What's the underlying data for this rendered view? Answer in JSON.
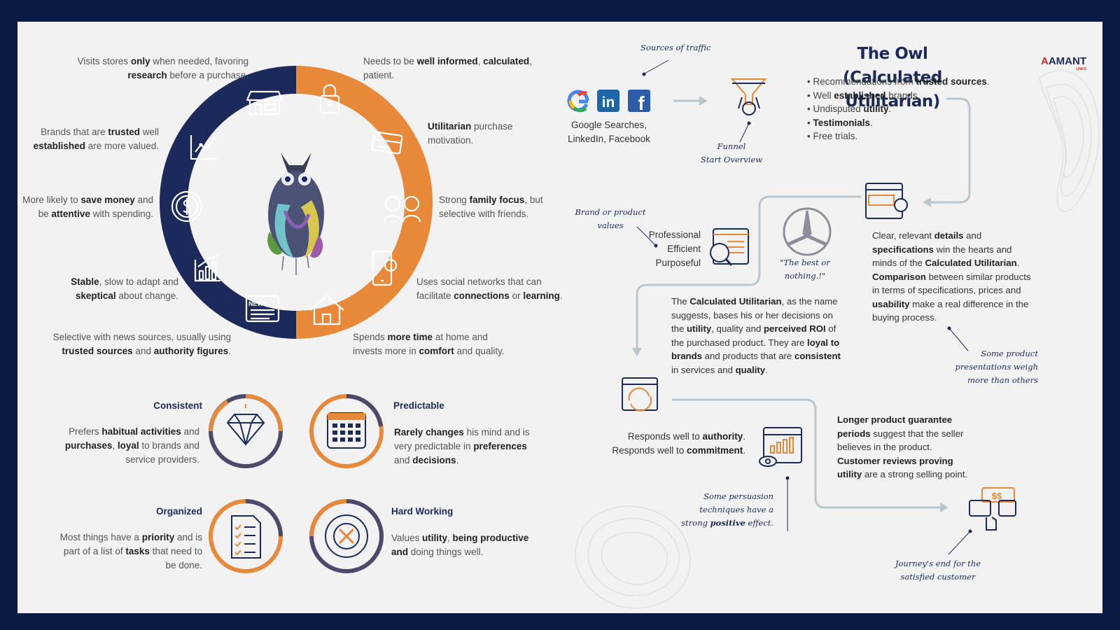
{
  "title": {
    "line1": "The Owl",
    "line2": "(Calculated Utilitarian)"
  },
  "logo": {
    "text_a": "A",
    "text_b": "AMANT",
    "sub": "LINKS"
  },
  "ring_notes": [
    {
      "pre": "Visits stores ",
      "b1": "only",
      "mid": " when needed, favoring",
      "b2": "research",
      "post": " before a purchase."
    },
    {
      "pre": "Brands that are ",
      "b1": "trusted",
      "mid": " well",
      "b2": "established",
      "post": " are more valued."
    },
    {
      "pre": "More likely to ",
      "b1": "save money",
      "mid": " and be ",
      "b2": "attentive",
      "post": " with spending."
    },
    {
      "pre": "",
      "b1": "Stable",
      "mid": ", slow to adapt and",
      "b2": "skeptical",
      "post": " about change."
    },
    {
      "pre": "Selective with news sources, usually using",
      "b1": "trusted sources",
      "mid": " and ",
      "b2": "authority figures",
      "post": "."
    },
    {
      "pre": "Needs to be ",
      "b1": "well informed",
      "mid": ", ",
      "b2": "calculated",
      "post": ", patient."
    },
    {
      "pre": "",
      "b1": "Utilitarian",
      "mid": " purchase motivation.",
      "b2": "",
      "post": ""
    },
    {
      "pre": "Strong ",
      "b1": "family focus",
      "mid": ", but selective with friends.",
      "b2": "",
      "post": ""
    },
    {
      "pre": "Uses social networks that can facilitate ",
      "b1": "connections",
      "mid": " or ",
      "b2": "learning",
      "post": "."
    },
    {
      "pre": "Spends ",
      "b1": "more time",
      "mid": " at home and invests more in ",
      "b2": "comfort",
      "post": " and quality."
    }
  ],
  "traits": [
    {
      "title": "Consistent",
      "pre": "Prefers ",
      "b1": "habitual activities",
      "mid": " and ",
      "b2": "purchases",
      "mid2": ", ",
      "b3": "loyal",
      "post": " to brands and service providers."
    },
    {
      "title": "Predictable",
      "pre": "",
      "b1": "Rarely changes",
      "mid": " his mind and is very predictable in ",
      "b2": "preferences",
      "mid2": " and ",
      "b3": "decisions",
      "post": "."
    },
    {
      "title": "Organized",
      "pre": "Most things have a ",
      "b1": "priority",
      "mid": " and is part of a list of ",
      "b2": "tasks",
      "mid2": " that need to be done.",
      "b3": "",
      "post": ""
    },
    {
      "title": "Hard Working",
      "pre": "Values ",
      "b1": "utility",
      "mid": ", ",
      "b2": "being productive",
      "mid2": " ",
      "b3": "and",
      "post": " doing things well."
    }
  ],
  "journey": {
    "sources_note": "Sources of traffic",
    "sources_label_1": "Google Searches,",
    "sources_label_2": "LinkedIn, Facebook",
    "funnel_note_1": "Funnel",
    "funnel_note_2": "Start Overview",
    "bullets": [
      {
        "pre": "• Recommendations from ",
        "b": "trusted sources",
        "post": "."
      },
      {
        "pre": "• Well ",
        "b": "established",
        "post": " brands."
      },
      {
        "pre": "• Undisputed ",
        "b": "utility",
        "post": "."
      },
      {
        "pre": "• ",
        "b": "Testimonials",
        "post": "."
      },
      {
        "pre": "• Free trials.",
        "b": "",
        "post": ""
      }
    ],
    "values_note_1": "Brand or product",
    "values_note_2": "values",
    "values": [
      "Professional",
      "Efficient",
      "Purposeful"
    ],
    "mercedes_quote_1": "\"The best or",
    "mercedes_quote_2": "nothing.!\"",
    "details_text": {
      "pre": "Clear, relevant ",
      "b1": "details",
      "mid1": " and ",
      "b2": "specifications",
      "mid2": " win the hearts and minds of the ",
      "b3": "Calculated Utilitarian",
      "mid3": ". ",
      "b4": "Comparison",
      "mid4": " between similar products in terms of specifications, prices and ",
      "b5": "usability",
      "post": " make a real difference in the buying process."
    },
    "presentations_note": [
      "Some product",
      "presentations weigh",
      "more than others"
    ],
    "cu_text": {
      "pre": "The ",
      "b1": "Calculated Utilitarian",
      "mid1": ", as the name suggests, bases his or her decisions on the ",
      "b2": "utility",
      "mid2": ", quality and ",
      "b3": "perceived ROI",
      "mid3": " of the purchased product. They are ",
      "b4": "loyal to brands",
      "mid4": " and products that are ",
      "b5": "consistent",
      "mid5": " in services and ",
      "b6": "quality",
      "post": "."
    },
    "authority_1": {
      "pre": "Responds well to ",
      "b": "authority",
      "post": "."
    },
    "authority_2": {
      "pre": "Responds well to ",
      "b": "commitment",
      "post": "."
    },
    "persuasion_note": [
      "Some persuasion",
      "techniques have a",
      "strong ",
      "positive",
      " effect."
    ],
    "guarantee_text": {
      "b1": "Longer product guarantee periods",
      "mid1": " suggest that the seller believes in the product. ",
      "b2": "Customer reviews proving utility",
      "post": " are a strong selling point."
    },
    "end_note": [
      "Journey's end for the",
      "satisfied customer"
    ]
  },
  "icons": {
    "ring": [
      "store-icon",
      "line-chart-icon",
      "dollar-coin-icon",
      "bar-chart-icon",
      "newspaper-icon",
      "lock-icon",
      "credit-card-icon",
      "family-icon",
      "phone-settings-icon",
      "home-icon"
    ],
    "traits": [
      "diamond-icon",
      "calendar-icon",
      "checklist-icon",
      "gear-tools-icon"
    ],
    "journey": [
      "google-icon",
      "linkedin-icon",
      "facebook-icon",
      "funnel-icon",
      "rating-screen-icon",
      "search-screen-icon",
      "mercedes-logo-icon",
      "refresh-screen-icon",
      "analytics-eye-icon",
      "cart-purchase-icon"
    ]
  },
  "colors": {
    "navy": "#1b2a5a",
    "orange": "#e8893a",
    "frame": "#0b1a45",
    "background": "#f2f2f3",
    "arrow": "#b8c6cf"
  },
  "news_label": "NEWS"
}
